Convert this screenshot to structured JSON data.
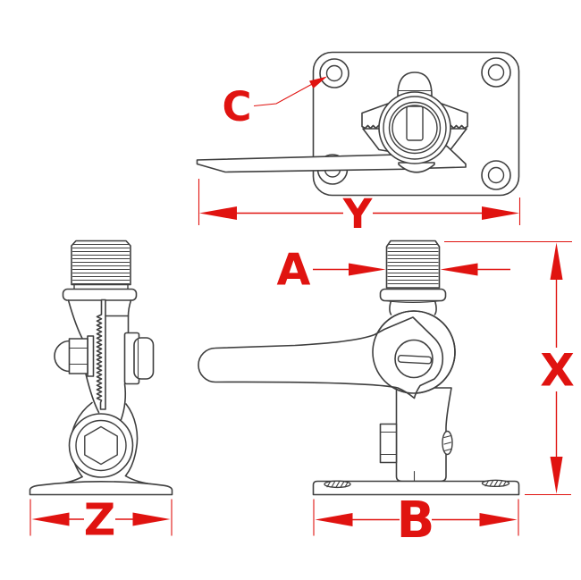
{
  "figure": {
    "background": "#ffffff",
    "line_color": "#3f3f3f",
    "dimension_color": "#e01310"
  },
  "labels": {
    "mount_hole": "C",
    "plate_length": "Y",
    "thread_diameter": "A",
    "overall_height": "X",
    "side_base_width": "Z",
    "front_base_width": "B"
  }
}
